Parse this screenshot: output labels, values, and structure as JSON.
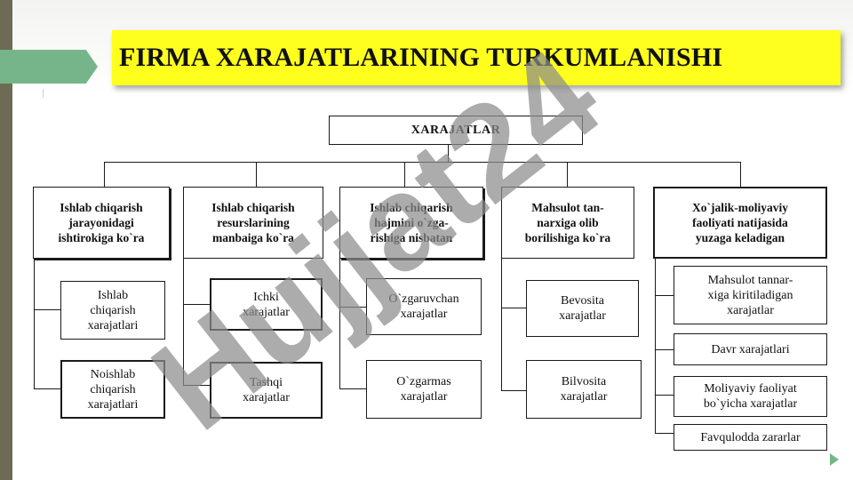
{
  "slide": {
    "title": "FIRMA XARAJATLARINING TURKUMLANISHI"
  },
  "watermark": {
    "text": "Hujjat24",
    "color_main": "#8c8c8c",
    "color_accent": "#c8b7f2"
  },
  "diagram": {
    "root": "XARAJATLAR",
    "groups": [
      {
        "header": "Ishlab chiqarish\njarayonidagi\nishtirokiga ko`ra",
        "children": [
          "Ishlab\nchiqarish\nxarajatlari",
          "Noishlab\nchiqarish\nxarajatlari"
        ]
      },
      {
        "header": "Ishlab chiqarish\nresurslarining\nmanbaiga ko`ra",
        "children": [
          "Ichki\nxarajatlar",
          "Tashqi\nxarajatlar"
        ]
      },
      {
        "header": "Ishlab chiqarish\nhajmini o`zga-\nrishiga nisbatan",
        "children": [
          "O`zgaruvchan\nxarajatlar",
          "O`zgarmas\nxarajatlar"
        ]
      },
      {
        "header": "Mahsulot tan-\nnarxiga olib\nborilishiga ko`ra",
        "children": [
          "Bevosita\nxarajatlar",
          "Bilvosita\nxarajatlar"
        ]
      },
      {
        "header": "Xo`jalik-moliyaviy\nfaoliyati natijasida\nyuzaga keladigan",
        "children": [
          "Mahsulot tannar-\nxiga kiritiladigan\nxarajatlar",
          "Davr xarajatlari",
          "Moliyaviy  faoliyat\nbo`yicha xarajatlar",
          "Favqulodda zararlar"
        ]
      }
    ]
  }
}
